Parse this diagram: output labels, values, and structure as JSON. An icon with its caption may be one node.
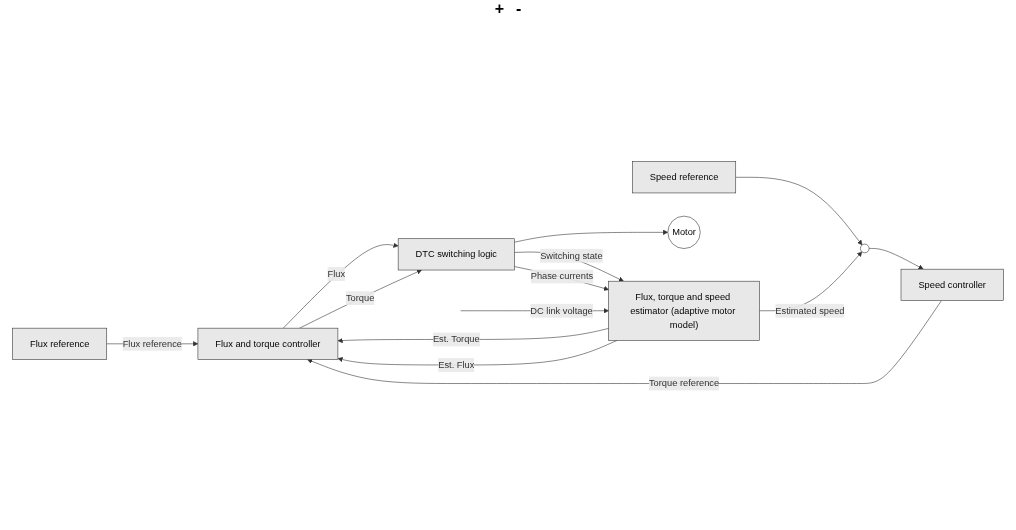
{
  "diagram": {
    "nodes": [
      {
        "text": [
          "Flux reference"
        ]
      },
      {
        "text": [
          "Speed reference"
        ]
      },
      {
        "text": [],
        "shape": "circle"
      },
      {
        "text": [
          "Speed controller"
        ]
      },
      {
        "text": [
          "Flux and torque controller"
        ]
      },
      {
        "text": [
          "DTC switching logic"
        ]
      },
      {
        "text": [
          "Motor"
        ]
      },
      {
        "text": [
          "Flux, torque and speed estimator (adaptive motor model)"
        ]
      }
    ],
    "edges": [
      {
        "from": 0,
        "to": 4,
        "arrow": "to",
        "label": "Flux reference"
      },
      {
        "from": 1,
        "to": 2,
        "arrow": "to"
      },
      {
        "from": 2,
        "to": 3,
        "arrow": "to"
      },
      {
        "from": 3,
        "to": 4,
        "arrow": "to",
        "label": "Torque reference"
      },
      {
        "from": 4,
        "to": 5,
        "arrow": "to",
        "label": "Flux"
      },
      {
        "from": 4,
        "to": 5,
        "arrow": "to",
        "label": "Torque"
      },
      {
        "from": 5,
        "to": 6,
        "arrow": "to"
      },
      {
        "from": 7,
        "to": 4,
        "arrow": "to",
        "label": "Est. Torque"
      },
      {
        "from": 7,
        "to": 4,
        "arrow": "to",
        "label": "Est. Flux"
      },
      {
        "from": 5,
        "to": 7,
        "arrow": "to",
        "label": "Switching state"
      },
      {
        "from": 5,
        "to": 7,
        "arrow": "to",
        "label": "Phase currents"
      },
      {
        "from": null,
        "to": 7,
        "arrow": "to",
        "label": "DC link voltage"
      },
      {
        "from": 7,
        "to": 2,
        "arrow": "to",
        "label": "Estimated speed"
      }
    ],
    "labels": [
      "+",
      "-"
    ]
  }
}
